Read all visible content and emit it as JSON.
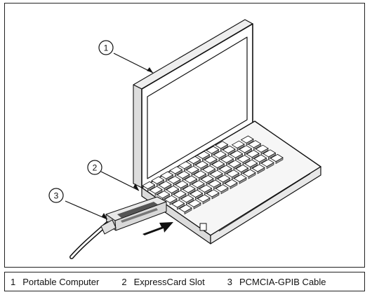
{
  "callouts": [
    {
      "number": "1"
    },
    {
      "number": "2"
    },
    {
      "number": "3"
    }
  ],
  "legend": [
    {
      "number": "1",
      "label": "Portable Computer"
    },
    {
      "number": "2",
      "label": "ExpressCard Slot"
    },
    {
      "number": "3",
      "label": "PCMCIA-GPIB Cable"
    }
  ]
}
